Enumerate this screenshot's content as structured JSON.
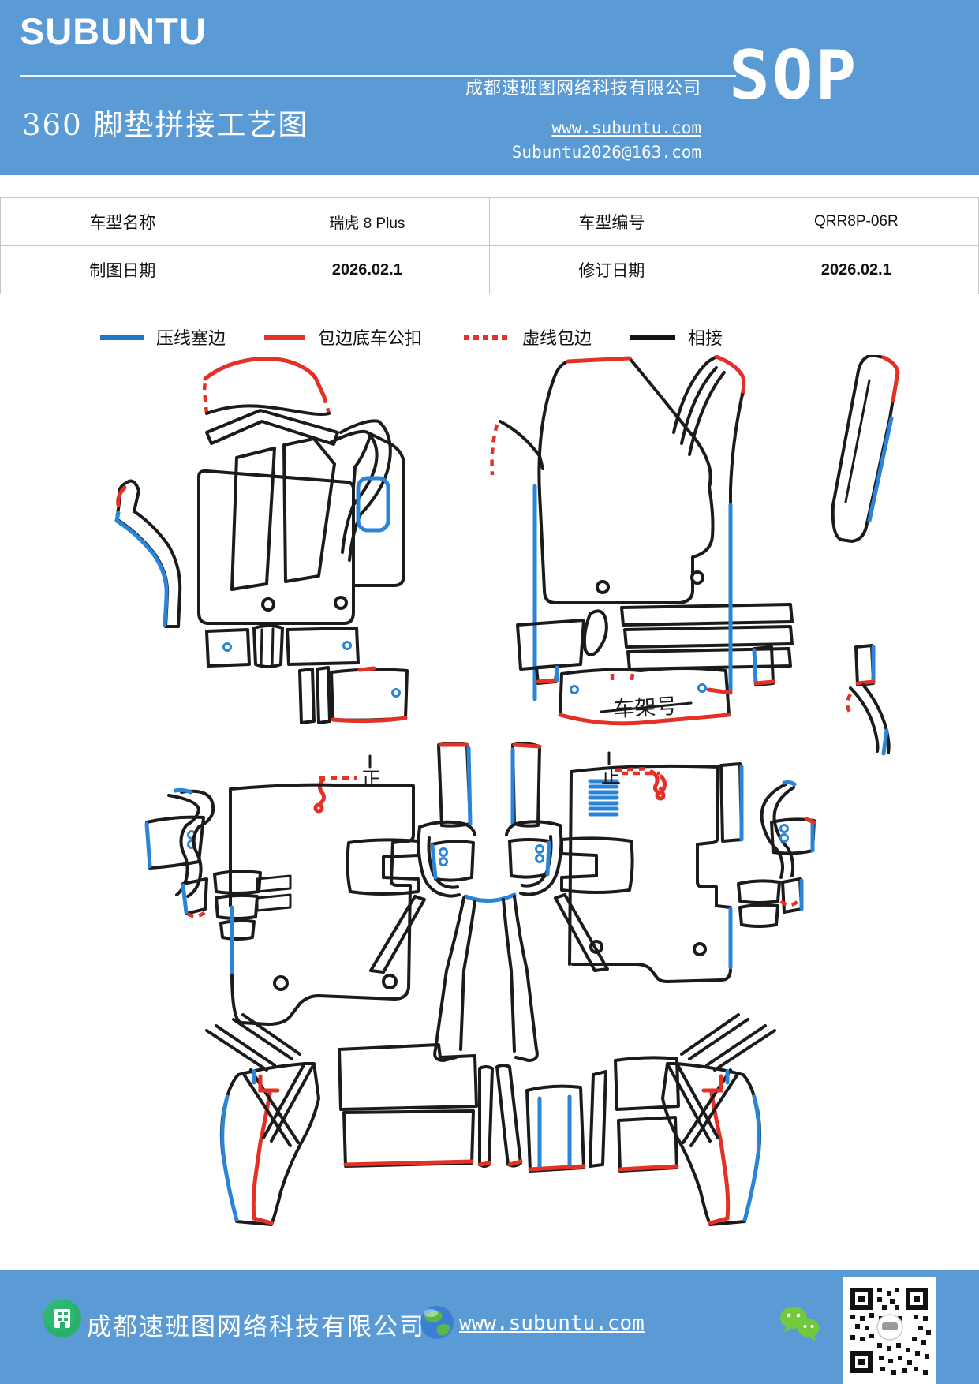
{
  "header": {
    "logo": "SUBUNTU",
    "title": "360 脚垫拼接工艺图",
    "company": "成都速班图网络科技有限公司",
    "website": "www.subuntu.com",
    "email": "Subuntu2026@163.com",
    "sop": "SOP",
    "bg_color": "#5B9BD5"
  },
  "info_table": {
    "rows": [
      {
        "label1": "车型名称",
        "value1": "瑞虎 8 Plus",
        "label2": "车型编号",
        "value2": "QRR8P-06R"
      },
      {
        "label1": "制图日期",
        "value1": "2026.02.1",
        "label2": "修订日期",
        "value2": "2026.02.1"
      }
    ]
  },
  "legend": {
    "items": [
      {
        "label": "压线塞边",
        "color": "#1B78C8",
        "style": "solid"
      },
      {
        "label": "包边底车公扣",
        "color": "#E8312A",
        "style": "solid"
      },
      {
        "label": "虚线包边",
        "color": "#E8312A",
        "style": "dotted"
      },
      {
        "label": "相接",
        "color": "#141414",
        "style": "solid"
      }
    ]
  },
  "diagram": {
    "vin_label": "车架号",
    "tally_left": "正",
    "tally_right": "正",
    "line_colors": {
      "outline": "#1B1B1B",
      "press_edge_blue": "#2A85D8",
      "bind_edge_red": "#E33127"
    }
  },
  "footer": {
    "company": "成都速班图网络科技有限公司",
    "website": "www.subuntu.com",
    "bg_color": "#5B9BD5",
    "icons": [
      "building-icon",
      "globe-icon",
      "wechat-icon",
      "qr-code"
    ]
  }
}
